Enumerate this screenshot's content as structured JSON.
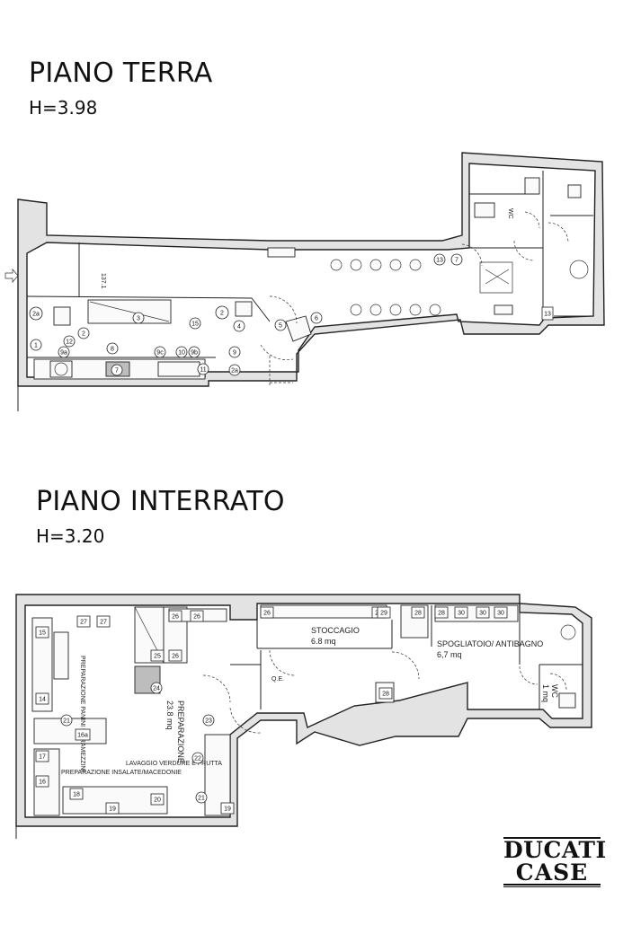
{
  "ground_floor": {
    "title": "PIANO TERRA",
    "height_label": "H=3.98",
    "room_labels": [
      "WC"
    ],
    "dimension_note": "137.1",
    "tags": [
      "1",
      "2",
      "2a",
      "3",
      "4",
      "5",
      "6",
      "7",
      "8",
      "9",
      "9a",
      "9b",
      "9c",
      "10",
      "11",
      "12",
      "13",
      "15",
      "2",
      "2a",
      "13",
      "7"
    ]
  },
  "basement_floor": {
    "title": "PIANO INTERRATO",
    "height_label": "H=3.20",
    "rooms": [
      {
        "name": "STOCCAGIO",
        "area": "6.8 mq"
      },
      {
        "name": "SPOGLIATOIO/ ANTIBAGNO",
        "area": "6,7 mq"
      },
      {
        "name": "WC",
        "area": "1 mq"
      },
      {
        "name": "PREPARAZIONE",
        "area": "23.8 mq"
      }
    ],
    "work_areas": {
      "panini": "PREPARAZIONE PANINI E TRAMEZZINI",
      "insalate": "PREPARAZIONE INSALATE/MACEDONIE",
      "lavaggio": "LAVAGGIO VERDURE E FRUTTA",
      "qe": "Q.E."
    },
    "tags": [
      "14",
      "15",
      "16",
      "16a",
      "17",
      "18",
      "19",
      "19",
      "20",
      "21",
      "21",
      "22",
      "23",
      "24",
      "25",
      "26",
      "26",
      "26",
      "26",
      "26",
      "27",
      "27",
      "28",
      "28",
      "28",
      "29",
      "30",
      "30",
      "30"
    ]
  },
  "logo": {
    "line1": "DUCATI",
    "line2": "CASE"
  }
}
